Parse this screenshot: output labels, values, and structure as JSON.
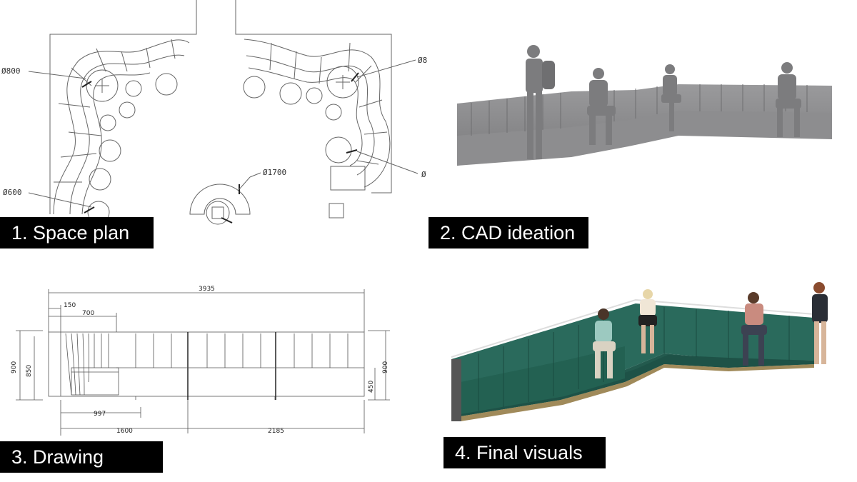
{
  "panels": {
    "space_plan": {
      "label": "1. Space plan",
      "dims": {
        "d800_left": "Ø800",
        "d800_right": "Ø8",
        "d600": "Ø600",
        "d1700": "Ø1700",
        "d_partial": "Ø"
      }
    },
    "cad_ideation": {
      "label": "2. CAD ideation"
    },
    "drawing": {
      "label": "3. Drawing",
      "dims": {
        "overall": "3935",
        "d150": "150",
        "d700": "700",
        "d900_left": "900",
        "d850": "850",
        "d997": "997",
        "d1600": "1600",
        "d2185": "2185",
        "d450": "450",
        "d900_right": "900"
      }
    },
    "final_visuals": {
      "label": "4. Final visuals"
    }
  },
  "colors": {
    "label_bg": "#000000",
    "label_fg": "#ffffff",
    "line": "#555555",
    "render_grey": "#8a8a8c",
    "velvet_green": "#1f5f52",
    "brass": "#a08a5a"
  }
}
